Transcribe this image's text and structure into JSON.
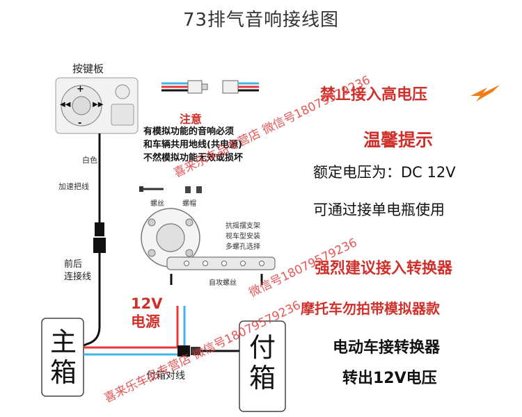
{
  "title": "73排气音响接线图",
  "keypad": {
    "label": "按键板",
    "buttons": [
      "+",
      "-",
      "◀◀",
      "▶▶"
    ]
  },
  "wire_labels": {
    "white": "白色",
    "throttle": "加速把线",
    "front_rear": [
      "前后",
      "连接线"
    ],
    "sub_box_pair": "付箱对线"
  },
  "boxes": {
    "main": [
      "主",
      "箱"
    ],
    "sub": [
      "付",
      "箱"
    ]
  },
  "power_label": [
    "12V",
    "电源"
  ],
  "mount": {
    "screw": "螺丝",
    "nut": "螺帽",
    "self_tap": "自攻螺丝",
    "notes": [
      "抗摇摆支架",
      "视车型安装",
      "多螺孔选择"
    ]
  },
  "notice": {
    "heading": "注意",
    "lines": [
      "有模拟功能的音响必须",
      "和车辆共用地线(共电源)",
      "不然模拟功能无效或损坏"
    ]
  },
  "right_panel": {
    "no_high_voltage": "禁止接入高电压",
    "tip_title": "温馨提示",
    "rated_voltage": "额定电压为：DC 12V",
    "battery": "可通过接单电瓶使用",
    "converter": "强烈建议接入转换器",
    "motorcycle": "摩托车勿拍带模拟器款",
    "ebike": "电动车接转换器",
    "output": "转出12V电压"
  },
  "watermarks": [
    "喜来乐车品专营店  微信号18079579236",
    "喜来乐车品专营店  微信号18079579236",
    "微信号18079579236"
  ],
  "colors": {
    "accent_red": "#d0302a",
    "wire_red": "#e8373a",
    "wire_blue": "#3fb6e6",
    "bolt_orange": "#f07d16"
  }
}
